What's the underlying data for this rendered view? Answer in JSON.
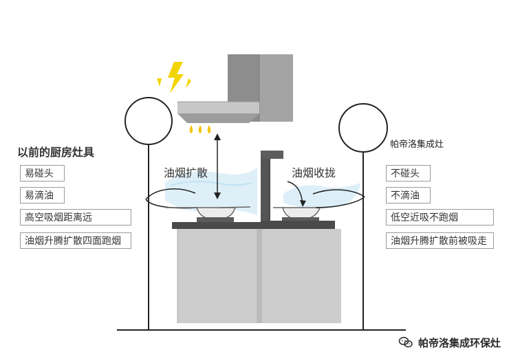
{
  "colors": {
    "hood": "#8d8d8d",
    "hood_light": "#b7b7b7",
    "cabinet": "#c9c9c9",
    "counter": "#4a4a4a",
    "smoke": "#d8ecf7",
    "accent": "#f1d400",
    "oil": "#f3c400"
  },
  "left_panel": {
    "title": "以前的厨房灶具",
    "items": [
      "易碰头",
      "易滴油",
      "高空吸烟距离远",
      "油烟升腾扩散四面跑烟"
    ]
  },
  "right_panel": {
    "title": "帕帝洛集成灶",
    "items": [
      "不碰头",
      "不滴油",
      "低空近吸不跑烟",
      "油烟升腾扩散前被吸走"
    ]
  },
  "center_labels": {
    "left": "油烟扩散",
    "right": "油烟收拢"
  },
  "footer": {
    "text": "帕帝洛集成环保灶",
    "icon": "wechat-icon"
  }
}
